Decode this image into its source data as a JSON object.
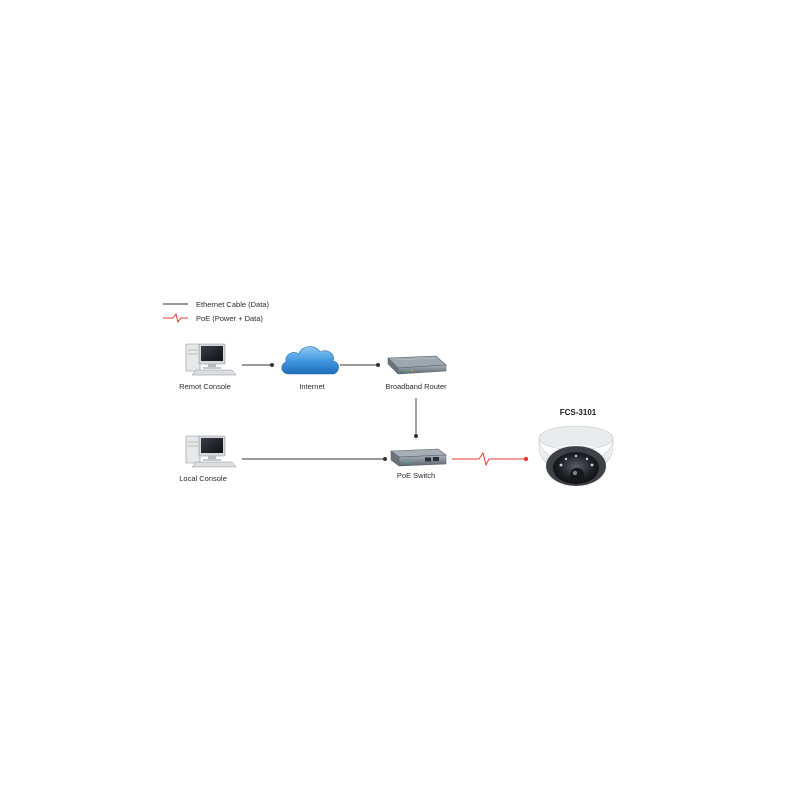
{
  "legend": {
    "ethernet_label": "Ethernet Cable (Data)",
    "poe_label": "PoE (Power + Data)"
  },
  "nodes": {
    "remote_console": "Remot Console",
    "internet": "Internet",
    "router": "Broadband Router",
    "local_console": "Local Console",
    "poe_switch": "PoE Switch",
    "camera": "FCS-3101"
  },
  "colors": {
    "ethernet_line": "#333333",
    "poe_line": "#e53935",
    "cloud": "#3a8fd9",
    "device_metal": "#7b8590"
  }
}
